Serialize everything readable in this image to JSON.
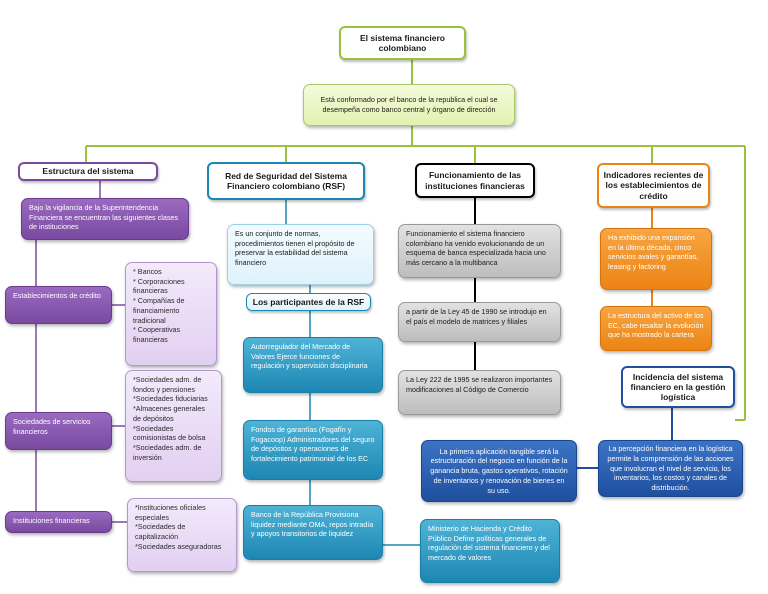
{
  "root": {
    "title": "El sistema financiero colombiano",
    "description": "Está conformado por el banco de la republica el cual se desempeña como banco central y órgano de dirección"
  },
  "branch1": {
    "title": "Estructura del sistema",
    "intro": "Bajo la vigilancia de la Superintendencia Financiera se encuentran las siguientes clases de instituciones",
    "cat1_label": "Establecimientos de crédito",
    "cat1_detail": "* Bancos\n* Corporaciones financieras\n* Compañías de financiamiento tradicional\n* Cooperativas financieras",
    "cat2_label": "Sociedades de servicios financieros",
    "cat2_detail": "*Sociedades adm. de fondos  y pensiones\n*Sociedades fiduciarias\n*Almacenes generales de depósitos\n*Sociedades comisionistas de bolsa\n*Sociedades adm. de inversión",
    "cat3_label": "Instituciones financieras",
    "cat3_detail": "*Instituciones oficiales especiales\n*Sociedades de capitalización\n*Sociedades aseguradoras"
  },
  "branch2": {
    "title": "Red de Seguridad del Sistema Financiero colombiano (RSF)",
    "intro": "Es un conjunto de normas, procedimientos tienen el propósito de preservar la estabilidad del sistema financiero",
    "participants_title": "Los participantes de la RSF",
    "p1": "Autorregulador del Mercado de Valores Ejerce funciones de regulación y supervisión disciplinaria",
    "p2": "Fondos de garantías (Fogafín y Fogacoop) Administradores del seguro de depósitos y operaciones de fortalecimiento patrimonial de los EC",
    "p3": "Banco de la República Provisiona liquidez mediante OMA, repos intradía  y apoyos transitorios de liquidez",
    "p4": "Ministerio de Hacienda y Crédito Público Define políticas generales de regulación del sistema financiero y del mercado de valores"
  },
  "branch3": {
    "title": "Funcionamiento de las instituciones financieras",
    "b1": "Funcionamiento el sistema financiero colombiano ha venido evolucionando de un esquema de banca especializada hacia uno más cercano a la multibanca",
    "b2": "a partir de la Ley 45 de 1990 se introdujo en el país el modelo de matrices y filiales",
    "b3": "La Ley 222 de 1995 se realizaron importantes modificaciones al Código de Comercio"
  },
  "branch4": {
    "title": "Indicadores recientes de los establecimientos de crédito",
    "b1": "Ha exhibido una expansión en la última década, cinco servicios  avales y garantías, leasing y factoring",
    "b2": "La estructura del activo de los EC, cabe resaltar la evolución que ha mostrado la cartera"
  },
  "branch5": {
    "title": "Incidencia del sistema financiero en la gestión logística",
    "b1": "La percepción financiera en la logística permite la comprensión de las acciones que involucran el nivel de servicio, los inventarios, los costos y canales de distribución.",
    "b2": "La primera aplicación tangible  será la estructuración del negocio en función de la ganancia bruta, gastos operativos, rotación de inventarios y renovación de bienes en su uso."
  },
  "colors": {
    "green": "#9bc13c",
    "purple": "#7a4aa0",
    "teal": "#1d87b3",
    "gray": "#7d7d7d",
    "orange": "#ec8414",
    "blue": "#1f50a0",
    "black": "#000000"
  }
}
